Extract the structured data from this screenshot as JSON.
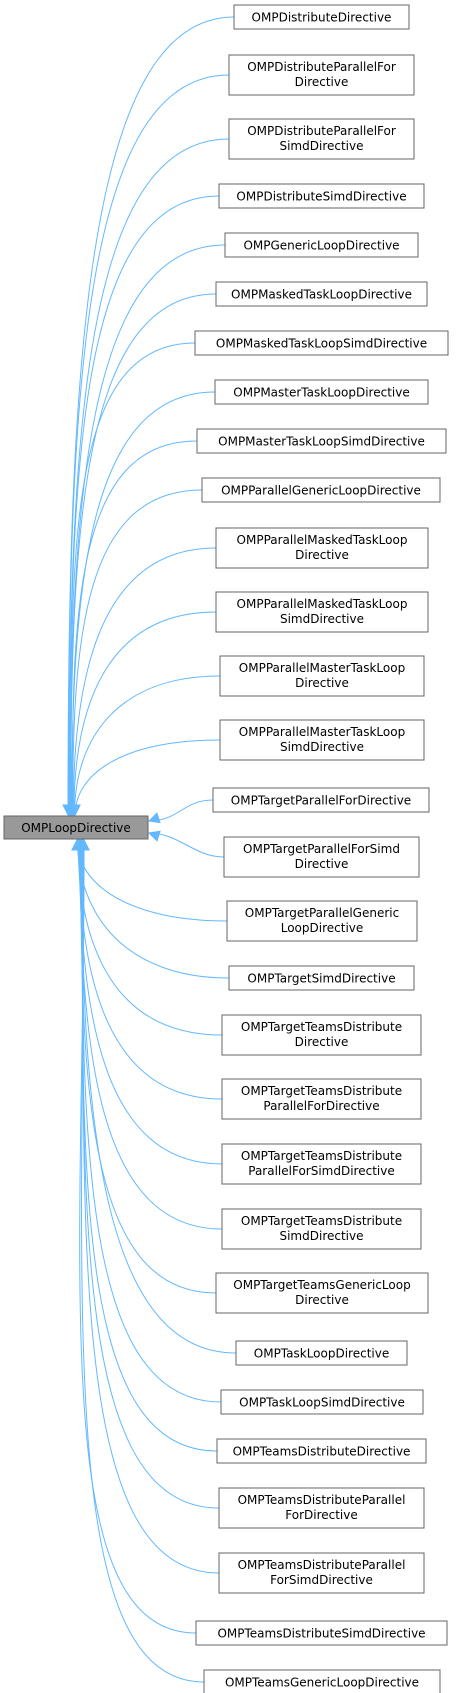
{
  "diagram": {
    "root": {
      "label": "OMPLoopDirective"
    },
    "edge_color": "#63b8ff",
    "root_fill": "#999999",
    "border_color": "#666666",
    "children": [
      {
        "lines": [
          "OMPDistributeDirective"
        ]
      },
      {
        "lines": [
          "OMPDistributeParallelFor",
          "Directive"
        ]
      },
      {
        "lines": [
          "OMPDistributeParallelFor",
          "SimdDirective"
        ]
      },
      {
        "lines": [
          "OMPDistributeSimdDirective"
        ]
      },
      {
        "lines": [
          "OMPGenericLoopDirective"
        ]
      },
      {
        "lines": [
          "OMPMaskedTaskLoopDirective"
        ]
      },
      {
        "lines": [
          "OMPMaskedTaskLoopSimdDirective"
        ]
      },
      {
        "lines": [
          "OMPMasterTaskLoopDirective"
        ]
      },
      {
        "lines": [
          "OMPMasterTaskLoopSimdDirective"
        ]
      },
      {
        "lines": [
          "OMPParallelGenericLoopDirective"
        ]
      },
      {
        "lines": [
          "OMPParallelMaskedTaskLoop",
          "Directive"
        ]
      },
      {
        "lines": [
          "OMPParallelMaskedTaskLoop",
          "SimdDirective"
        ]
      },
      {
        "lines": [
          "OMPParallelMasterTaskLoop",
          "Directive"
        ]
      },
      {
        "lines": [
          "OMPParallelMasterTaskLoop",
          "SimdDirective"
        ]
      },
      {
        "lines": [
          "OMPTargetParallelForDirective"
        ]
      },
      {
        "lines": [
          "OMPTargetParallelForSimd",
          "Directive"
        ]
      },
      {
        "lines": [
          "OMPTargetParallelGeneric",
          "LoopDirective"
        ]
      },
      {
        "lines": [
          "OMPTargetSimdDirective"
        ]
      },
      {
        "lines": [
          "OMPTargetTeamsDistribute",
          "Directive"
        ]
      },
      {
        "lines": [
          "OMPTargetTeamsDistribute",
          "ParallelForDirective"
        ]
      },
      {
        "lines": [
          "OMPTargetTeamsDistribute",
          "ParallelForSimdDirective"
        ]
      },
      {
        "lines": [
          "OMPTargetTeamsDistribute",
          "SimdDirective"
        ]
      },
      {
        "lines": [
          "OMPTargetTeamsGenericLoop",
          "Directive"
        ]
      },
      {
        "lines": [
          "OMPTaskLoopDirective"
        ]
      },
      {
        "lines": [
          "OMPTaskLoopSimdDirective"
        ]
      },
      {
        "lines": [
          "OMPTeamsDistributeDirective"
        ]
      },
      {
        "lines": [
          "OMPTeamsDistributeParallel",
          "ForDirective"
        ]
      },
      {
        "lines": [
          "OMPTeamsDistributeParallel",
          "ForSimdDirective"
        ]
      },
      {
        "lines": [
          "OMPTeamsDistributeSimdDirective"
        ]
      },
      {
        "lines": [
          "OMPTeamsGenericLoopDirective"
        ]
      }
    ]
  }
}
